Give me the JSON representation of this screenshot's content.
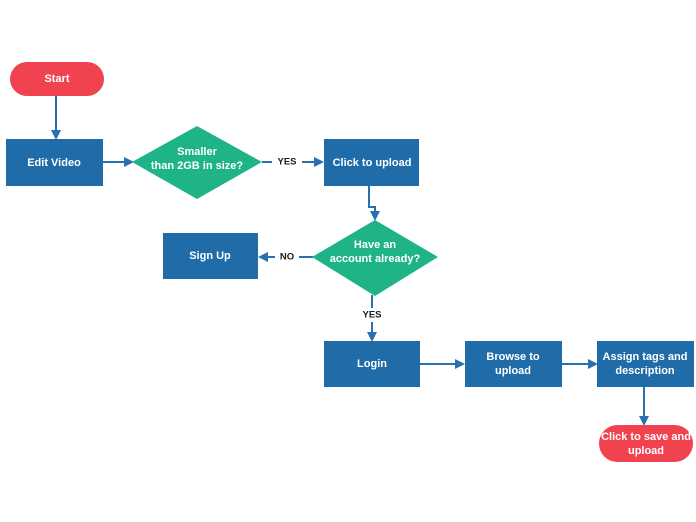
{
  "colors": {
    "terminal": "#F0424F",
    "process": "#1F6CA8",
    "decision": "#1FB487",
    "connector": "#2A6FB0",
    "label": "#1a1a1a"
  },
  "nodes": {
    "start": {
      "lines": [
        "Start"
      ]
    },
    "edit_video": {
      "lines": [
        "Edit Video"
      ]
    },
    "size_check": {
      "lines": [
        "Smaller",
        "than 2GB  in size?"
      ]
    },
    "click_upload": {
      "lines": [
        "Click to upload"
      ]
    },
    "account_check": {
      "lines": [
        "Have an",
        "account  already?"
      ]
    },
    "sign_up": {
      "lines": [
        "Sign Up"
      ]
    },
    "login": {
      "lines": [
        "Login"
      ]
    },
    "browse_upload": {
      "lines": [
        "Browse to",
        "upload"
      ]
    },
    "assign_tags": {
      "lines": [
        "Assign tags and",
        "description"
      ]
    },
    "save_upload": {
      "lines": [
        "Click to save and",
        "upload"
      ]
    }
  },
  "edge_labels": {
    "yes_size": "YES",
    "no_account": "NO",
    "yes_account": "YES"
  }
}
